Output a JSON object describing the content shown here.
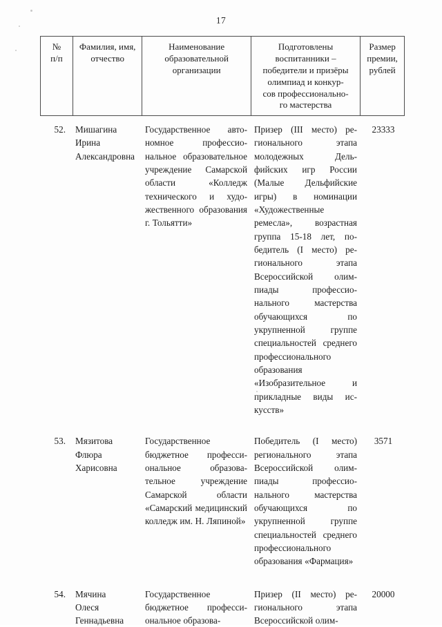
{
  "document": {
    "page_number": "17",
    "language": "ru"
  },
  "table": {
    "headers": [
      "№\nп/п",
      "Фамилия, имя, отчество",
      "Наименование образовательной организации",
      "Подготовлены воспитанники – победители и призёры олимпиад и конкур-сов профессионально-го мастерства",
      "Размер премии, рублей"
    ],
    "header_lines": {
      "no": [
        "№",
        "п/п"
      ],
      "fio": [
        "Фамилия, имя,",
        "отчество"
      ],
      "org": [
        "Наименование",
        "образовательной",
        "организации"
      ],
      "ach": [
        "Подготовлены",
        "воспитанники –",
        "победители и призёры",
        "олимпиад и конкур-",
        "сов профессионально-",
        "го мастерства"
      ],
      "prem": [
        "Размер",
        "премии,",
        "рублей"
      ]
    },
    "rows": [
      {
        "no": "52.",
        "fio_lines": [
          "Мишагина",
          "Ирина",
          "Александровна"
        ],
        "organization": "Государственное авто­номное профессио­нальное образователь­ное учреждение Самар­ской области «Колледж технического и худо­жественного образова­ния г. Тольятти»",
        "achievement": "Призер (III место) ре­гионального этапа молодежных Дель­фийских игр России (Малые Дельфийские игры) в номинации «Художественные ремесла», возрастная группа 15-18 лет, по­бедитель (I место) ре­гионального этапа Всероссийской олим­пиады профессио­нального мастерства обучающихся по укрупненной группе специальностей сред­него профессиональ­ного образования «Изобразительное и прикладные виды ис­кусств»",
        "premium": "23333"
      },
      {
        "no": "53.",
        "fio_lines": [
          "Мязитова",
          "Флюра",
          "Харисовна"
        ],
        "organization": "Государственное бюджетное професси­ональное образова­тельное учреждение Самарской области «Самарский медицин­ский колледж им. Н. Ляпиной»",
        "achievement": "Победитель (I место) регионального этапа Всероссийской олим­пиады профессио­нального мастерства обучающихся по укрупненной группе специальностей сред­него профессиональ­ного образования «Фармация»",
        "premium": "3571"
      },
      {
        "no": "54.",
        "fio_lines": [
          "Мячина",
          "Олеся",
          "Геннадьевна"
        ],
        "organization": "Государственное бюджетное професси­ональное образова-",
        "achievement": "Призер (II место) ре­гионального этапа Всероссийской олим-",
        "premium": "20000"
      }
    ]
  }
}
